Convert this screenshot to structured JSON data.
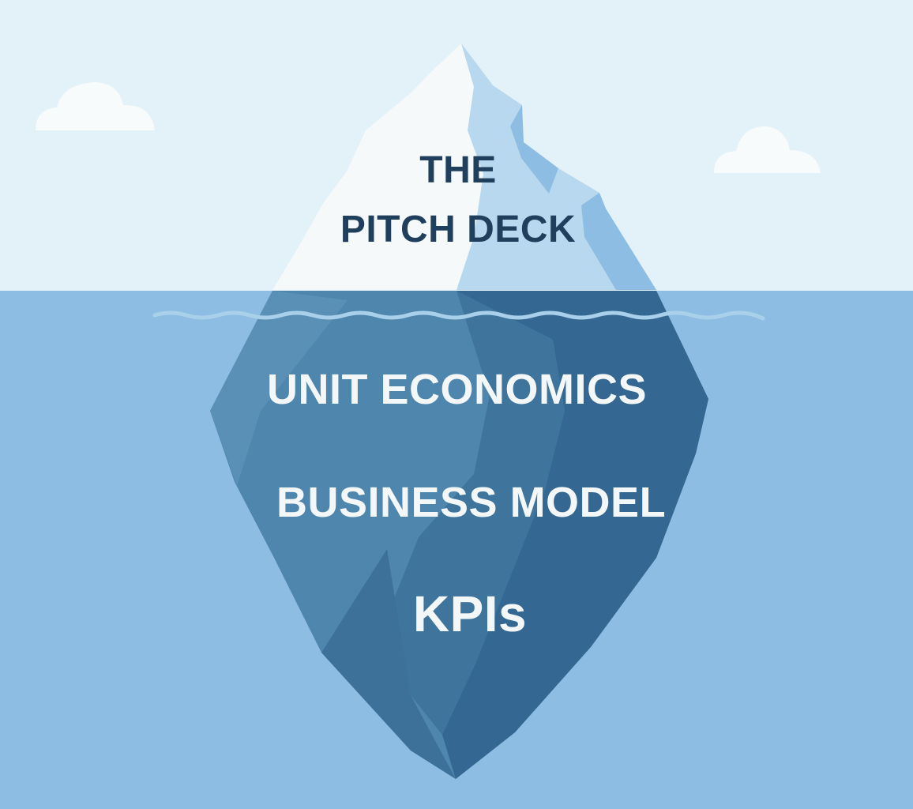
{
  "diagram": {
    "above_water": {
      "line1": "THE",
      "line2": "PITCH DECK"
    },
    "below_water": [
      "UNIT ECONOMICS",
      "BUSINESS MODEL",
      "KPIs"
    ]
  },
  "colors": {
    "sky": "#e3f1f8",
    "water": "#8dbde3",
    "ice_light": "#f6f9fa",
    "ice_shadow": "#b7d8ee",
    "ice_deep_shadow": "#8ebde3",
    "underwater_ice": "#4f86ae",
    "underwater_ice_dark": "#2f5f86",
    "text_dark": "#1f3f5c",
    "text_light": "#f4f7f8"
  },
  "icons": [
    "cloud-icon",
    "cloud-icon",
    "wave-line"
  ]
}
